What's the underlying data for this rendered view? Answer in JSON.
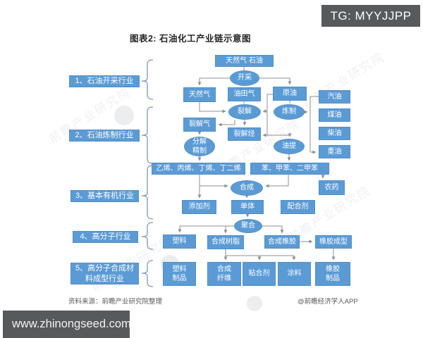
{
  "header": {
    "badge": "TG: MYYJJPP"
  },
  "title": "图表2: 石油化工产业链示意图",
  "industry_labels": [
    {
      "label": "1、石油开采行业"
    },
    {
      "label": "2、石油炼制行业"
    },
    {
      "label": "3、基本有机行业"
    },
    {
      "label": "4、高分子行业"
    },
    {
      "label": "5、高分子合成材料成型行业"
    }
  ],
  "nodes": {
    "natural_gas_oil": "天然气 石油",
    "extraction": "开采",
    "natural_gas": "天然气",
    "oilfield_gas": "油田气",
    "crude_oil": "原油",
    "gasoline": "汽油",
    "kerosene": "煤油",
    "diesel": "柴油",
    "heavy_oil": "重油",
    "cracking": "裂解",
    "refining": "炼制",
    "cracked_gas": "裂解气",
    "cracked_hydrocarbons": "裂解烃",
    "decompose_refine": "分解精制",
    "oil_extraction": "油提",
    "olefins": "乙烯、丙烯、丁烯、丁二烯",
    "aromatics": "苯、甲苯、二甲苯",
    "synthesis": "合成",
    "pesticide": "农药",
    "additive": "添加剂",
    "monomer": "单体",
    "compounding_agent": "配合剂",
    "polymerization": "聚合",
    "plastic": "塑料",
    "synthetic_resin": "合成树脂",
    "synthetic_rubber": "合成橡胶",
    "rubber_molding": "橡胶成型",
    "plastic_products": "塑料制品",
    "synthetic_fiber": "合成纤维",
    "adhesive": "粘合剂",
    "coating": "涂料",
    "rubber_products": "橡胶制品"
  },
  "watermark": {
    "text": "前瞻产业研究院"
  },
  "footer": {
    "source": "资料来源：前瞻产业研究院整理",
    "credit": "@前瞻经济学人APP"
  },
  "bottom_bar": {
    "url": "www.zhinongseed.com"
  },
  "colors": {
    "node_blue": "#5b9bd5",
    "bar_gray": "#58595b",
    "line_gray": "#8f8f8f",
    "brace_blue_gray": "#7d96b4"
  }
}
